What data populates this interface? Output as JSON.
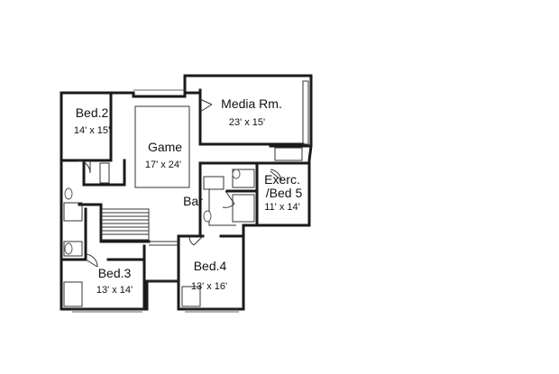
{
  "plan": {
    "rooms": [
      {
        "id": "bed2",
        "name": "Bed.2",
        "dims": "14' x 15'"
      },
      {
        "id": "game",
        "name": "Game",
        "dims": "17' x 24'"
      },
      {
        "id": "media",
        "name": "Media Rm.",
        "dims": "23' x 15'"
      },
      {
        "id": "exerc",
        "name": "Exerc.",
        "name2": "/Bed 5",
        "dims": "11' x 14'"
      },
      {
        "id": "bar",
        "name": "Bar"
      },
      {
        "id": "bed3",
        "name": "Bed.3",
        "dims": "13' x 14'"
      },
      {
        "id": "bed4",
        "name": "Bed.4",
        "dims": "13' x 16'"
      }
    ],
    "colors": {
      "wall": "#1a1a1a",
      "line": "#333333",
      "fixture": "#555555",
      "background": "#ffffff"
    }
  }
}
